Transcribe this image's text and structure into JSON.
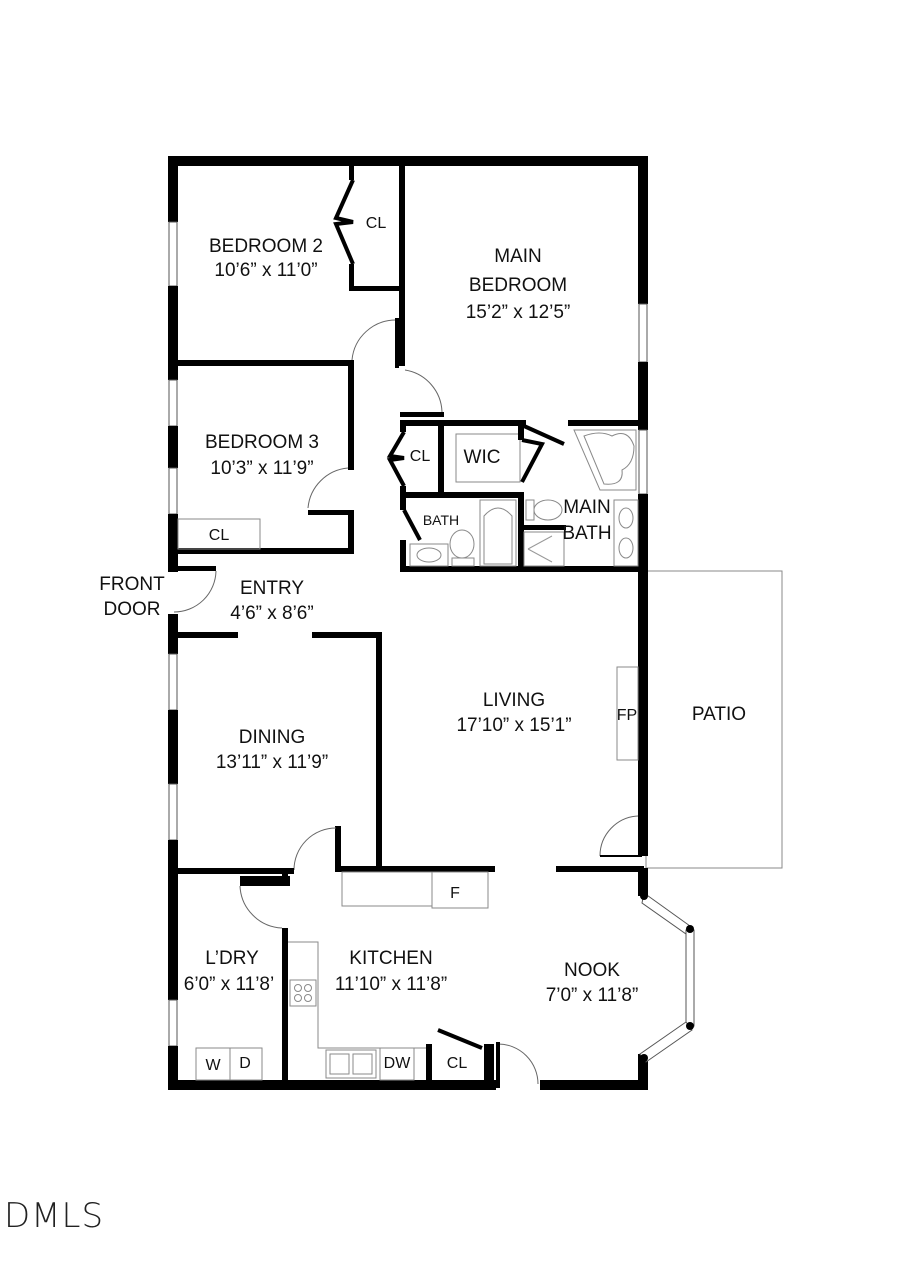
{
  "plan": {
    "rooms": [
      {
        "id": "bedroom2",
        "name": "BEDROOM 2",
        "dims": "10’6” x 11’0”"
      },
      {
        "id": "main_bedroom",
        "name_line1": "MAIN",
        "name_line2": "BEDROOM",
        "dims": "15’2” x 12’5”"
      },
      {
        "id": "bedroom3",
        "name": "BEDROOM 3",
        "dims": "10’3” x 11’9”"
      },
      {
        "id": "entry",
        "name": "ENTRY",
        "dims": "4’6” x 8’6”"
      },
      {
        "id": "dining",
        "name": "DINING",
        "dims": "13’11” x 11’9”"
      },
      {
        "id": "living",
        "name": "LIVING",
        "dims": "17’10” x 15’1”"
      },
      {
        "id": "laundry",
        "name": "L’DRY",
        "dims": "6’0” x 11’8’"
      },
      {
        "id": "kitchen",
        "name": "KITCHEN",
        "dims": "11’10” x 11’8”"
      },
      {
        "id": "nook",
        "name": "NOOK",
        "dims": "7’0” x 11’8”"
      },
      {
        "id": "main_bath",
        "name_line1": "MAIN",
        "name_line2": "BATH"
      },
      {
        "id": "patio",
        "name": "PATIO"
      }
    ],
    "small_labels": {
      "closet_bed2": "CL",
      "closet_hall": "CL",
      "closet_bed3": "CL",
      "closet_kitchen": "CL",
      "wic": "WIC",
      "bath": "BATH",
      "fireplace": "FP",
      "fridge": "F",
      "washer": "W",
      "dryer": "D",
      "dishwasher": "DW",
      "front_door_line1": "FRONT",
      "front_door_line2": "DOOR"
    }
  },
  "watermark": "DMLS"
}
